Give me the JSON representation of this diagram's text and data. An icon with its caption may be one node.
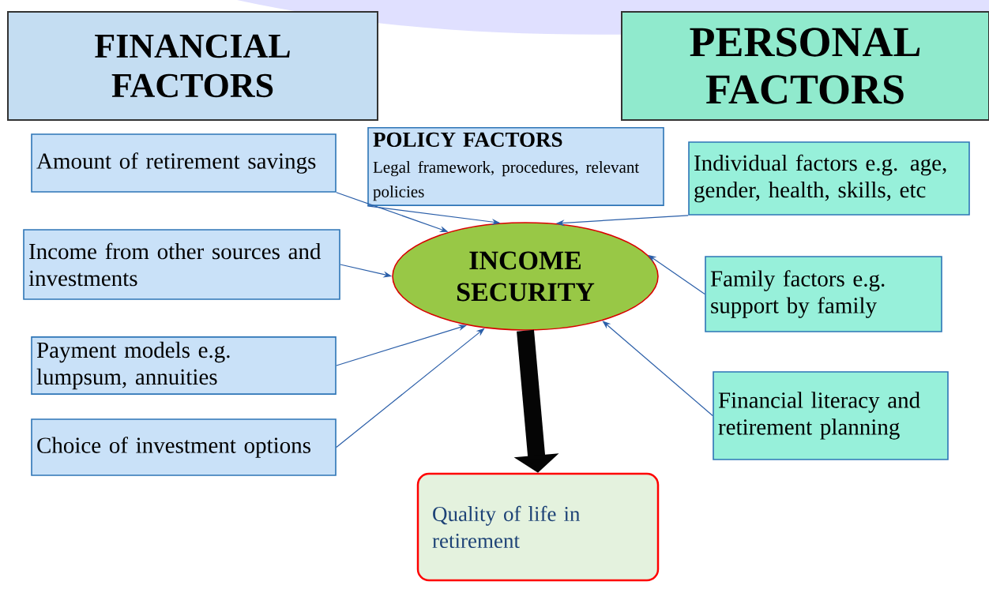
{
  "diagram": {
    "nodes": [
      {
        "text": [
          "FINANCIAL FACTORS"
        ]
      },
      {
        "text": [
          "PERSONAL FACTORS"
        ]
      },
      {
        "text": [
          "Amount of retirement savings"
        ]
      },
      {
        "text": [
          "POLICY FACTORS",
          "Legal framework, procedures, relevant policies"
        ]
      },
      {
        "text": [
          "Individual factors e.g. age, gender, health, skills, etc"
        ]
      },
      {
        "text": [
          "Income from other sources and investments"
        ]
      },
      {
        "text": [
          "INCOME SECURITY"
        ]
      },
      {
        "text": [
          "Family factors e.g. support  by family"
        ]
      },
      {
        "text": [
          "Payment models e.g. lumpsum, annuities"
        ]
      },
      {
        "text": [
          "Financial literacy and retirement planning"
        ]
      },
      {
        "text": [
          "Choice of investment options"
        ]
      },
      {
        "text": [
          "Quality of life in retirement"
        ]
      }
    ],
    "edges": [
      {
        "from": 2,
        "to": 6,
        "arrow": "to"
      },
      {
        "from": 3,
        "to": 6,
        "arrow": "to"
      },
      {
        "from": 4,
        "to": 6,
        "arrow": "to"
      },
      {
        "from": 5,
        "to": 6,
        "arrow": "to"
      },
      {
        "from": 7,
        "to": 6,
        "arrow": "to"
      },
      {
        "from": 8,
        "to": 6,
        "arrow": "to"
      },
      {
        "from": 9,
        "to": 6,
        "arrow": "to"
      },
      {
        "from": 10,
        "to": 6,
        "arrow": "to"
      },
      {
        "from": 6,
        "to": 11,
        "arrow": "to",
        "style": "thick",
        "color": "#050505"
      }
    ]
  }
}
